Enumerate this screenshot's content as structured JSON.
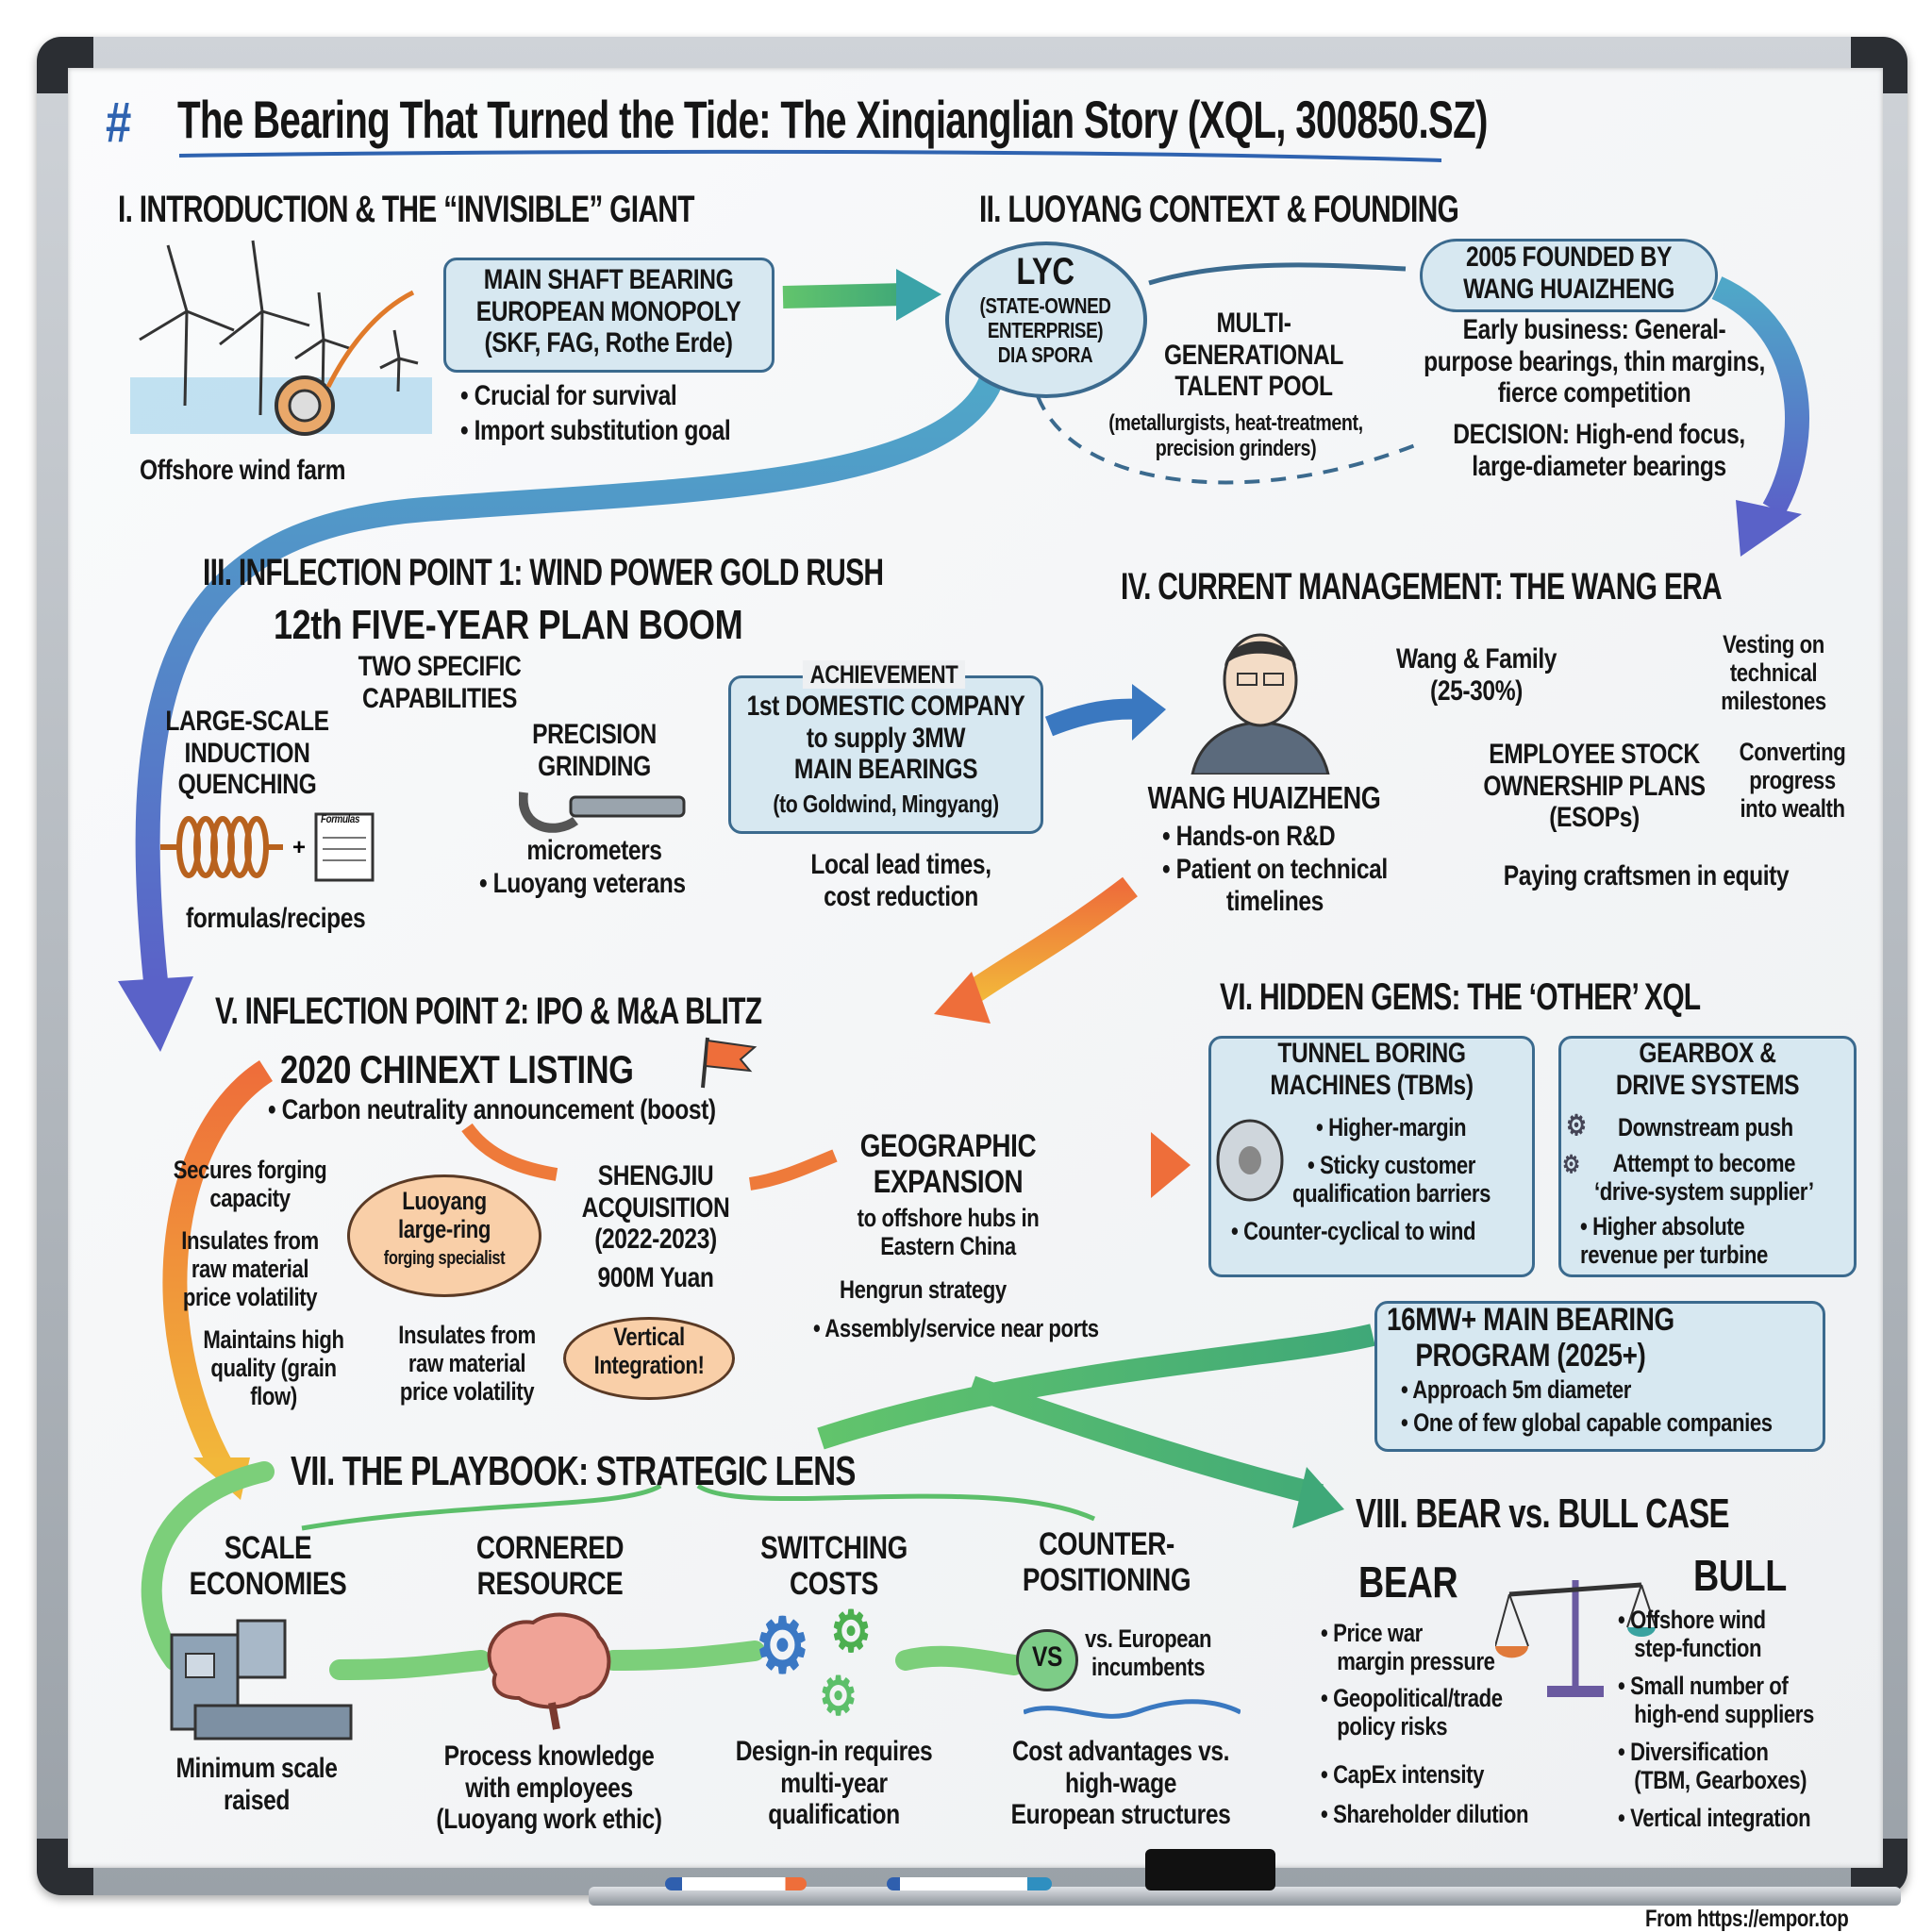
{
  "title": {
    "hash": "#",
    "text": "The Bearing That Turned the Tide: The Xinqianglian Story (XQL, 300850.SZ)"
  },
  "s1": {
    "header": "I. INTRODUCTION & THE “INVISIBLE” GIANT",
    "caption": "Offshore wind farm",
    "box": "MAIN SHAFT BEARING\nEUROPEAN MONOPOLY\n(SKF, FAG, Rothe Erde)",
    "bullets": [
      "• Crucial for survival",
      "• Import substitution goal"
    ]
  },
  "s2": {
    "header": "II. LUOYANG CONTEXT & FOUNDING",
    "lyc_title": "LYC",
    "lyc_sub": "(STATE-OWNED\nENTERPRISE)\nDIA SPORA",
    "talent": "MULTI-\nGENERATIONAL\nTALENT POOL",
    "talent_sub": "(metallurgists, heat-treatment,\nprecision grinders)",
    "founded": "2005 FOUNDED BY\nWANG HUAIZHENG",
    "early": "Early business: General-\npurpose bearings, thin margins,\nfierce competition",
    "decision": "DECISION: High-end focus,\nlarge-diameter bearings"
  },
  "s3": {
    "header": "III. INFLECTION POINT 1: WIND POWER GOLD RUSH",
    "sub": "12th FIVE-YEAR PLAN BOOM",
    "two_caps": "TWO SPECIFIC\nCAPABILITIES",
    "quench": "LARGE-SCALE\nINDUCTION\nQUENCHING",
    "formula_note": "Formulas",
    "formulas": "formulas/recipes",
    "grinding": "PRECISION\nGRINDING",
    "micrometers": "micrometers",
    "veterans": "• Luoyang veterans",
    "ach_label": "ACHIEVEMENT",
    "ach_text": "1st DOMESTIC COMPANY\nto supply 3MW\nMAIN BEARINGS",
    "ach_sub": "(to Goldwind, Mingyang)",
    "local": "Local lead times,\ncost reduction"
  },
  "s4": {
    "header": "IV. CURRENT MANAGEMENT: THE WANG ERA",
    "name": "WANG HUAIZHENG",
    "bullets": [
      "• Hands-on R&D",
      "• Patient on technical\ntimelines"
    ],
    "family": "Wang & Family\n(25-30%)",
    "vesting": "Vesting on\ntechnical\nmilestones",
    "esop": "EMPLOYEE STOCK\nOWNERSHIP PLANS\n(ESOPs)",
    "converting": "Converting\nprogress\ninto wealth",
    "paying": "Paying craftsmen in equity"
  },
  "s5": {
    "header": "V. INFLECTION POINT 2: IPO & M&A BLITZ",
    "listing": "2020 CHINEXT LISTING",
    "carbon": "• Carbon neutrality announcement (boost)",
    "secures": "Secures forging\ncapacity",
    "insulates_left": "Insulates from\nraw material\nprice volatility",
    "luoyang": "Luoyang\nlarge-ring",
    "luoyang_sub": "forging specialist",
    "maintains": "Maintains high\nquality (grain\nflow)",
    "insulates_bottom": "Insulates from\nraw material\nprice volatility",
    "vertical": "Vertical\nIntegration!",
    "shengjiu": "SHENGJIU\nACQUISITION\n(2022-2023)",
    "shengjiu_amount": "900M Yuan",
    "geo": "GEOGRAPHIC\nEXPANSION",
    "geo_sub": "to offshore hubs in\nEastern China",
    "hengrun": "Hengrun strategy",
    "assembly": "• Assembly/service near ports"
  },
  "s6": {
    "header": "VI. HIDDEN GEMS: THE ‘OTHER’ XQL",
    "tbm_title": "TUNNEL BORING\nMACHINES (TBMs)",
    "tbm_bullets": [
      "• Higher-margin",
      "• Sticky customer\nqualification barriers",
      "• Counter-cyclical to wind"
    ],
    "gear_title": "GEARBOX &\nDRIVE SYSTEMS",
    "gear_bullets": [
      "Downstream push",
      "Attempt to become\n‘drive-system supplier’",
      "• Higher absolute\nrevenue per turbine"
    ],
    "mw_title": "16MW+ MAIN BEARING\nPROGRAM (2025+)",
    "mw_bullets": [
      "• Approach 5m diameter",
      "• One of few global capable companies"
    ]
  },
  "s7": {
    "header": "VII. THE PLAYBOOK: STRATEGIC LENS",
    "items": [
      {
        "title": "SCALE\nECONOMIES",
        "caption": "Minimum scale\nraised"
      },
      {
        "title": "CORNERED\nRESOURCE",
        "caption": "Process knowledge\nwith employees\n(Luoyang work ethic)"
      },
      {
        "title": "SWITCHING\nCOSTS",
        "caption": "Design-in requires\nmulti-year\nqualification"
      },
      {
        "title": "COUNTER-\nPOSITIONING",
        "caption": "Cost advantages vs.\nhigh-wage\nEuropean structures"
      }
    ],
    "vs": "VS",
    "vs_text": "vs. European\nincumbents"
  },
  "s8": {
    "header": "VIII. BEAR vs. BULL CASE",
    "bear": "BEAR",
    "bull": "BULL",
    "bear_bullets": [
      "• Price war\n   margin pressure",
      "• Geopolitical/trade\n   policy risks",
      "• CapEx intensity",
      "• Shareholder dilution"
    ],
    "bull_bullets": [
      "• Offshore wind\n   step-function",
      "• Small number of\n   high-end suppliers",
      "• Diversification\n   (TBM, Gearboxes)",
      "• Vertical integration"
    ]
  },
  "footer": "From https://empor.top",
  "colors": {
    "blue": "#3b6a8e",
    "box_fill": "#d7e8f1",
    "orange": "#f08a3c",
    "peach": "#f9cfa8",
    "green": "#5cbf6a",
    "title_blue": "#2f63b0"
  }
}
